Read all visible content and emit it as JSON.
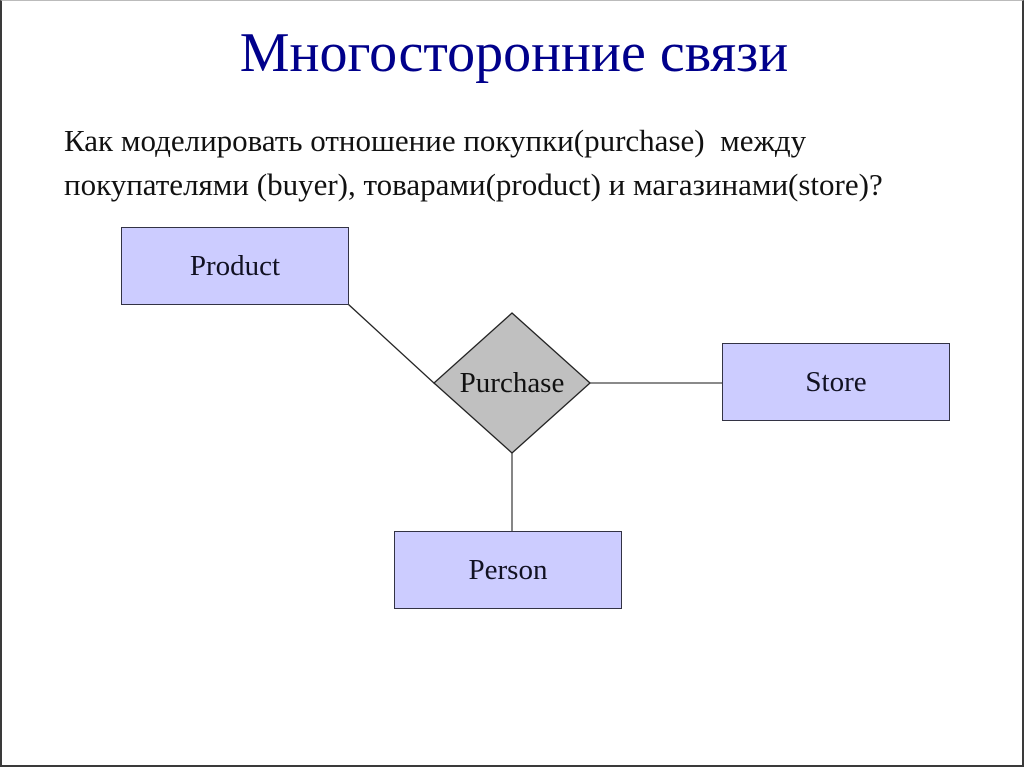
{
  "slide": {
    "title": "Многосторонние связи",
    "question": {
      "line1": "Как моделировать отношение покупки(purchase)  между",
      "line2": "покупателями (buyer), товарами(product) и магазинами(store)?"
    }
  },
  "diagram": {
    "entities": [
      {
        "id": "product",
        "label": "Product"
      },
      {
        "id": "store",
        "label": "Store"
      },
      {
        "id": "person",
        "label": "Person"
      }
    ],
    "relationship": {
      "id": "purchase",
      "label": "Purchase"
    },
    "connections": [
      {
        "from": "purchase",
        "to": "product"
      },
      {
        "from": "purchase",
        "to": "store"
      },
      {
        "from": "purchase",
        "to": "person"
      }
    ],
    "colors": {
      "entity_fill": "#ccccff",
      "relationship_fill": "#c0c0c0",
      "title": "#00008b"
    }
  }
}
